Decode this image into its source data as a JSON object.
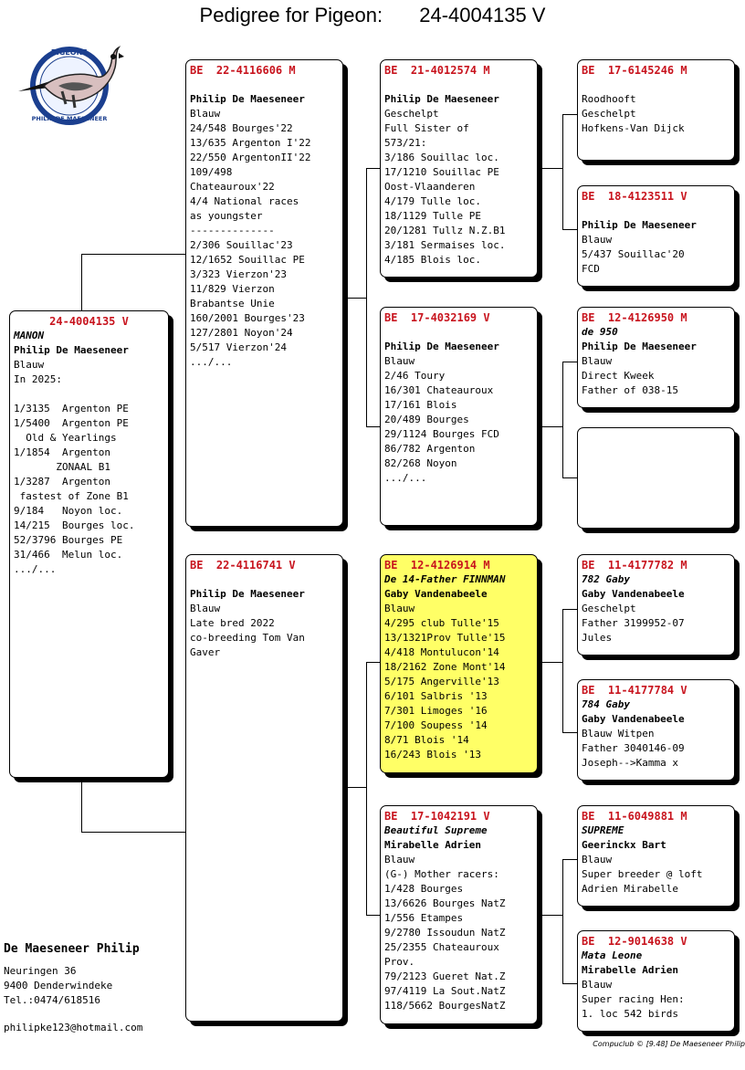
{
  "title": {
    "label": "Pedigree for Pigeon:",
    "ring": "24-4004135 V"
  },
  "logo": {
    "text_top": "PIGEONS",
    "text_bottom": "PHILIP DE MAESENEER"
  },
  "cards": {
    "subject": {
      "ring": "24-4004135 V",
      "name": "MANON",
      "owner": "Philip De Maeseneer",
      "lines": [
        "Blauw",
        "In 2025:",
        "",
        "1/3135  Argenton PE",
        "1/5400  Argenton PE",
        "  Old & Yearlings",
        "1/1854  Argenton",
        "       ZONAAL B1",
        "1/3287  Argenton",
        " fastest of Zone B1",
        "9/184   Noyon loc.",
        "14/215  Bourges loc.",
        "52/3796 Bourges PE",
        "31/466  Melun loc.",
        ".../..."
      ]
    },
    "father": {
      "ring": "BE  22-4116606 M",
      "name": "",
      "owner": "Philip De Maeseneer",
      "lines": [
        "Blauw",
        "24/548 Bourges'22",
        "13/635 Argenton I'22",
        "22/550 ArgentonII'22",
        "109/498",
        "Chateauroux'22",
        "4/4 National races",
        "as youngster",
        "--------------",
        "2/306 Souillac'23",
        "12/1652 Souillac PE",
        "3/323 Vierzon'23",
        "11/829 Vierzon",
        "Brabantse Unie",
        "160/2001 Bourges'23",
        "127/2801 Noyon'24",
        "5/517 Vierzon'24",
        ".../..."
      ]
    },
    "mother": {
      "ring": "BE  22-4116741 V",
      "name": "",
      "owner": "Philip De Maeseneer",
      "lines": [
        "Blauw",
        "Late bred 2022",
        "co-breeding Tom Van",
        "Gaver"
      ]
    },
    "ff": {
      "ring": "BE  21-4012574 M",
      "name": "",
      "owner": "Philip De Maeseneer",
      "lines": [
        "Geschelpt",
        "Full Sister of",
        "573/21:",
        "3/186 Souillac loc.",
        "17/1210 Souillac PE",
        "Oost-Vlaanderen",
        "4/179 Tulle loc.",
        "18/1129 Tulle PE",
        "20/1281 Tullz N.Z.B1",
        "3/181 Sermaises loc.",
        "4/185 Blois loc."
      ]
    },
    "fm": {
      "ring": "BE  17-4032169 V",
      "name": "",
      "owner": "Philip De Maeseneer",
      "lines": [
        "Blauw",
        "2/46 Toury",
        "16/301 Chateauroux",
        "17/161 Blois",
        "20/489 Bourges",
        "29/1124 Bourges FCD",
        "86/782 Argenton",
        "82/268 Noyon",
        ".../..."
      ]
    },
    "mf": {
      "ring": "BE  12-4126914 M",
      "name": "De 14-Father FINNMAN",
      "owner": "Gaby Vandenabeele",
      "lines": [
        "Blauw",
        "4/295 club Tulle'15",
        "13/1321Prov Tulle'15",
        "4/418 Montulucon'14",
        "18/2162 Zone Mont'14",
        "5/175 Angerville'13",
        "6/101 Salbris '13",
        "7/301 Limoges '16",
        "7/100 Soupess '14",
        "8/71 Blois '14",
        "16/243 Blois '13"
      ]
    },
    "mm": {
      "ring": "BE  17-1042191 V",
      "name": "Beautiful Supreme",
      "owner": "Mirabelle Adrien",
      "lines": [
        "Blauw",
        "(G-) Mother racers:",
        "1/428 Bourges",
        "13/6626 Bourges NatZ",
        "1/556 Etampes",
        "9/2780 Issoudun NatZ",
        "25/2355 Chateauroux",
        "Prov.",
        "79/2123 Gueret Nat.Z",
        "97/4119 La Sout.NatZ",
        "118/5662 BourgesNatZ"
      ]
    },
    "fff": {
      "ring": "BE  17-6145246 M",
      "name": "",
      "owner": "",
      "lines": [
        "Roodhooft",
        "Geschelpt",
        "Hofkens-Van Dijck"
      ]
    },
    "ffm": {
      "ring": "BE  18-4123511 V",
      "name": "",
      "owner": "Philip De Maeseneer",
      "lines": [
        "Blauw",
        "5/437 Souillac'20",
        "FCD"
      ]
    },
    "fmf": {
      "ring": "BE  12-4126950 M",
      "name": "de 950",
      "owner": "Philip De Maeseneer",
      "lines": [
        "Blauw",
        "Direct Kweek",
        "Father of 038-15"
      ]
    },
    "fmm": {
      "ring": "",
      "name": "",
      "owner": "",
      "lines": []
    },
    "mff": {
      "ring": "BE  11-4177782 M",
      "name": "782 Gaby",
      "owner": "Gaby Vandenabeele",
      "lines": [
        "Geschelpt",
        "Father 3199952-07",
        "Jules"
      ]
    },
    "mfm": {
      "ring": "BE  11-4177784 V",
      "name": "784 Gaby",
      "owner": "Gaby Vandenabeele",
      "lines": [
        "Blauw Witpen",
        "Father 3040146-09",
        "Joseph-->Kamma x"
      ]
    },
    "mmf": {
      "ring": "BE  11-6049881 M",
      "name": "SUPREME",
      "owner": "Geerinckx Bart",
      "lines": [
        "Blauw",
        "Super breeder @ loft",
        "Adrien Mirabelle"
      ]
    },
    "mmm": {
      "ring": "BE  12-9014638 V",
      "name": "Mata Leone",
      "owner": "Mirabelle Adrien",
      "lines": [
        "Blauw",
        "Super racing Hen:",
        "1. loc 542 birds"
      ]
    }
  },
  "breeder": {
    "name": "De Maeseneer Philip",
    "street": "Neuringen 36",
    "city": "9400  Denderwindeke",
    "tel": "Tel.:0474/618516",
    "email": "philipke123@hotmail.com"
  },
  "footer": "Compuclub © [9.48]  De Maeseneer Philip"
}
